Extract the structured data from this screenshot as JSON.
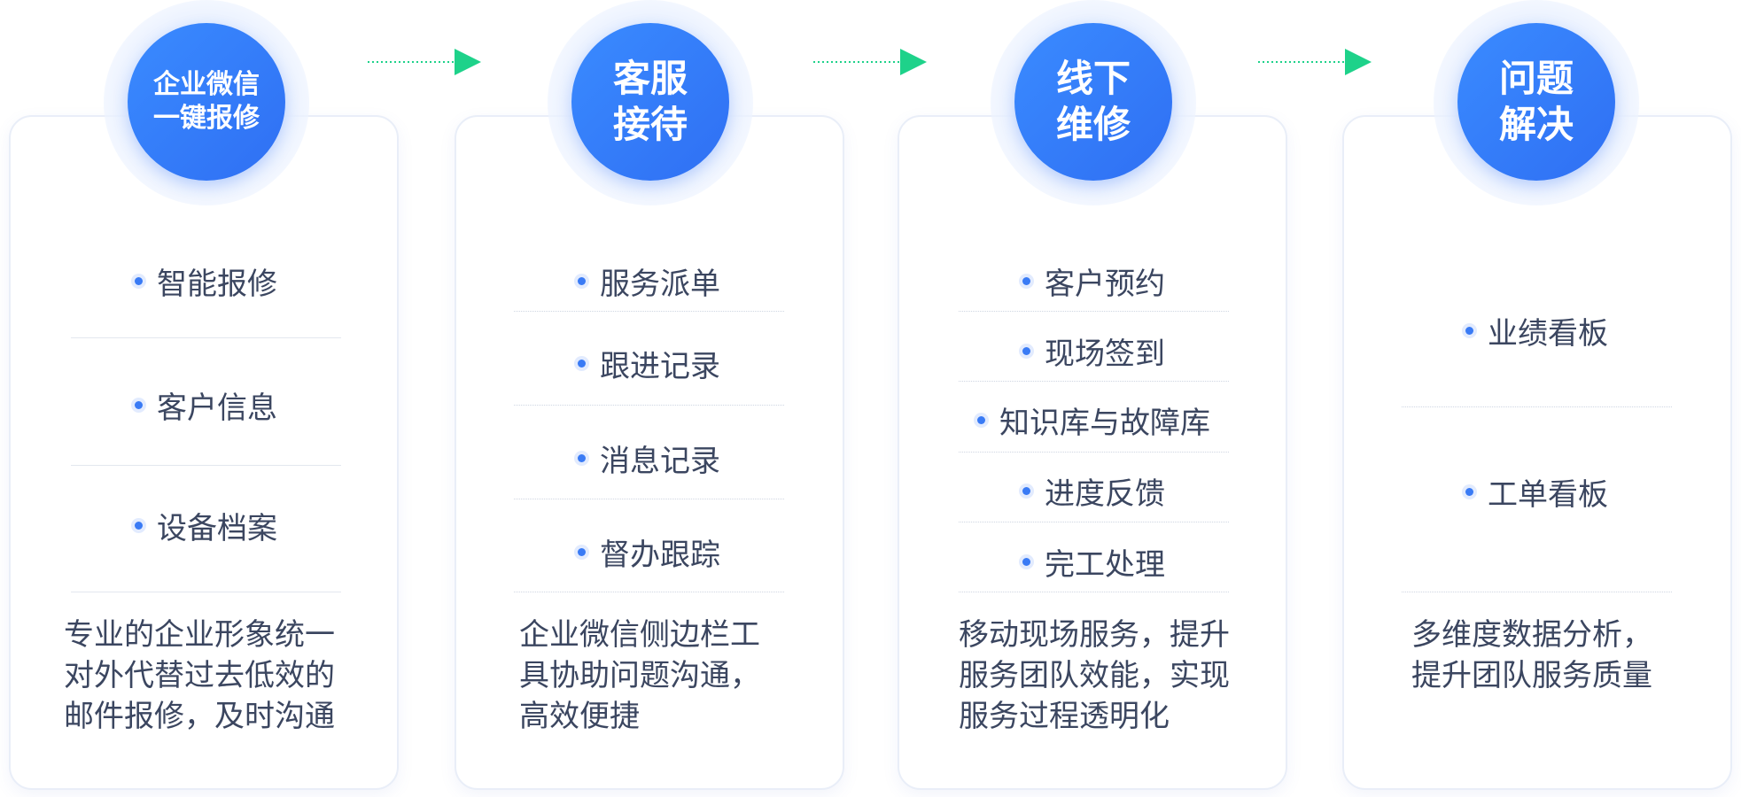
{
  "steps": [
    {
      "title_lines": [
        "企业微信",
        "一键报修"
      ],
      "items": [
        "智能报修",
        "客户信息",
        "设备档案"
      ],
      "description_lines": [
        "专业的企业形象统一",
        "对外代替过去低效的",
        "邮件报修，及时沟通"
      ]
    },
    {
      "title_lines": [
        "客服",
        "接待"
      ],
      "items": [
        "服务派单",
        "跟进记录",
        "消息记录",
        "督办跟踪"
      ],
      "description_lines": [
        "企业微信侧边栏工",
        "具协助问题沟通，",
        "高效便捷"
      ]
    },
    {
      "title_lines": [
        "线下",
        "维修"
      ],
      "items": [
        "客户预约",
        "现场签到",
        "知识库与故障库",
        "进度反馈",
        "完工处理"
      ],
      "description_lines": [
        "移动现场服务，提升",
        "服务团队效能，实现",
        "服务过程透明化"
      ]
    },
    {
      "title_lines": [
        "问题",
        "解决"
      ],
      "items": [
        "业绩看板",
        "工单看板"
      ],
      "description_lines": [
        "多维度数据分析，",
        "提升团队服务质量"
      ]
    }
  ],
  "colors": {
    "primary": "#2f6ff3",
    "arrow": "#1ed28a",
    "text": "#3b4660"
  }
}
